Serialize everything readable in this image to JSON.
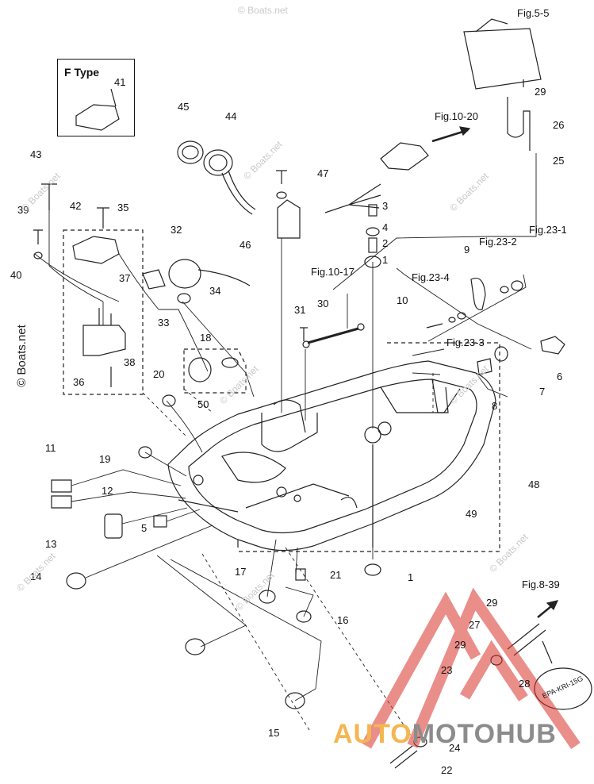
{
  "figure_refs": {
    "fig_5_5": "Fig.5-5",
    "fig_10_20": "Fig.10-20",
    "fig_10_17": "Fig.10-17",
    "fig_23_1": "Fig.23-1",
    "fig_23_2": "Fig.23-2",
    "fig_23_3": "Fig.23-3",
    "fig_23_4": "Fig.23-4",
    "fig_8_39": "Fig.8-39"
  },
  "inset": {
    "title": "F Type",
    "part": "41"
  },
  "parts": {
    "p1a": "1",
    "p1b": "1",
    "p2": "2",
    "p3": "3",
    "p4": "4",
    "p5": "5",
    "p6": "6",
    "p7": "7",
    "p8": "8",
    "p9": "9",
    "p10": "10",
    "p11": "11",
    "p12": "12",
    "p13": "13",
    "p14": "14",
    "p15": "15",
    "p16": "16",
    "p17": "17",
    "p18": "18",
    "p19": "19",
    "p20": "20",
    "p21": "21",
    "p22": "22",
    "p23": "23",
    "p24": "24",
    "p25": "25",
    "p26": "26",
    "p27": "27",
    "p28": "28",
    "p29a": "29",
    "p29b": "29",
    "p29c": "29",
    "p30": "30",
    "p31": "31",
    "p32": "32",
    "p33": "33",
    "p34": "34",
    "p35": "35",
    "p36": "36",
    "p37": "37",
    "p38": "38",
    "p39": "39",
    "p40": "40",
    "p42": "42",
    "p43": "43",
    "p44": "44",
    "p45": "45",
    "p46": "46",
    "p47": "47",
    "p48": "48",
    "p49": "49",
    "p50": "50"
  },
  "label_tag": "EPA-KRI-15G",
  "watermarks": {
    "main": "© Boats.net",
    "faint": "© Boats.net"
  },
  "brand": {
    "part_a": "AUTO",
    "part_b": "MOTOHUB"
  },
  "colors": {
    "line": "#222222",
    "logo_red": "#d9322b",
    "brand_orange": "#f4b651",
    "brand_gray": "#8c8c8c"
  }
}
